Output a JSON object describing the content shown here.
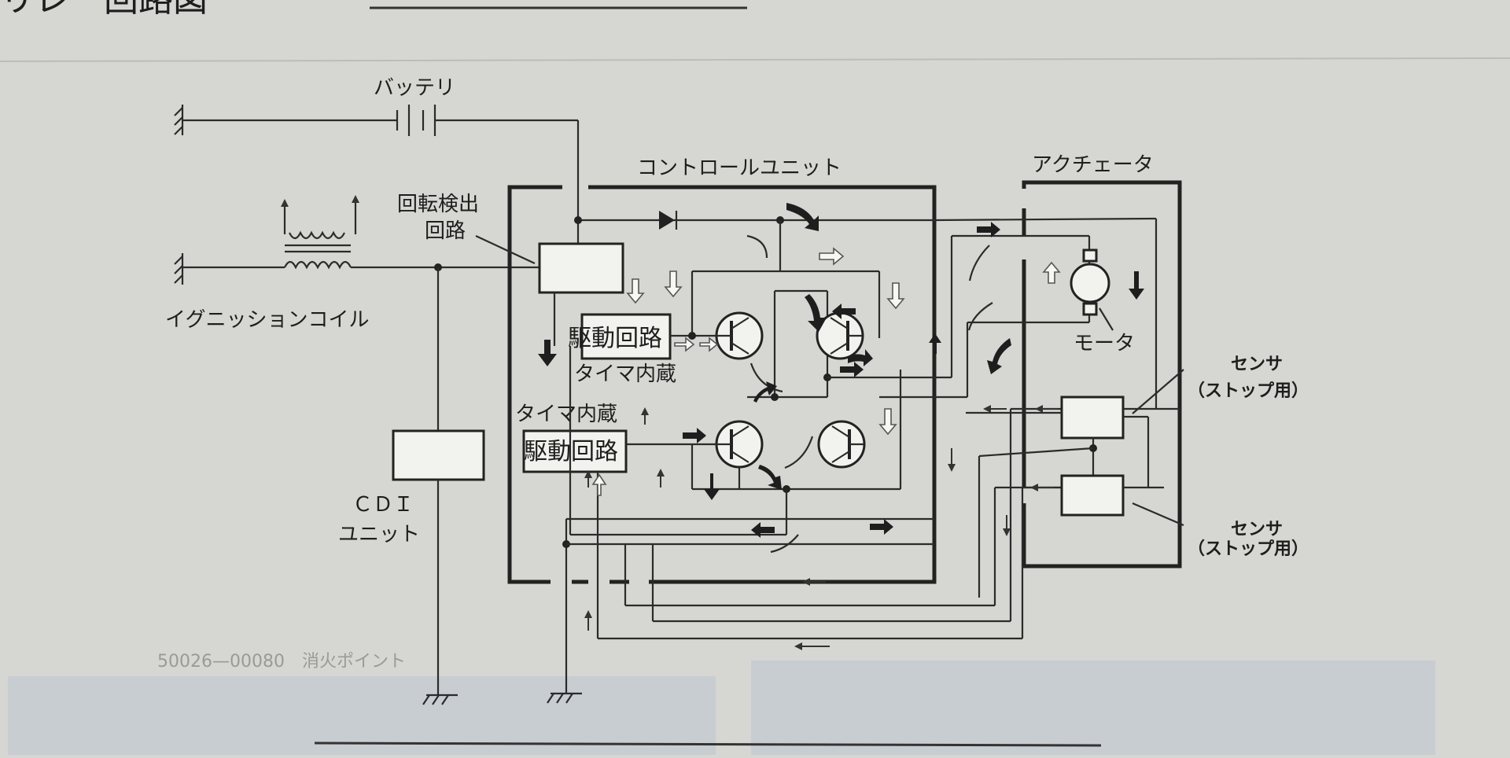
{
  "page": {
    "heading": "リレー回路図"
  },
  "diagram": {
    "labels": {
      "battery": "バッテリ",
      "rotation_detect_1": "回転検出",
      "rotation_detect_2": "回路",
      "ignition_coil": "イグニッションコイル",
      "cdi_1": "ＣＤＩ",
      "cdi_2": "ユニット",
      "control_unit": "コントロールユニット",
      "actuator": "アクチェータ",
      "drive_circuit_top": "駆動回路",
      "timer_top": "タイマ内蔵",
      "timer_bottom": "タイマ内蔵",
      "drive_circuit_bottom": "駆動回路",
      "motor": "モータ",
      "sensor_1_name": "センサ",
      "sensor_1_note": "（ストップ用）",
      "sensor_2_name": "センサ",
      "sensor_2_note": "（ストップ用）",
      "footer_code": "50026—00080　消火ポイント"
    }
  }
}
